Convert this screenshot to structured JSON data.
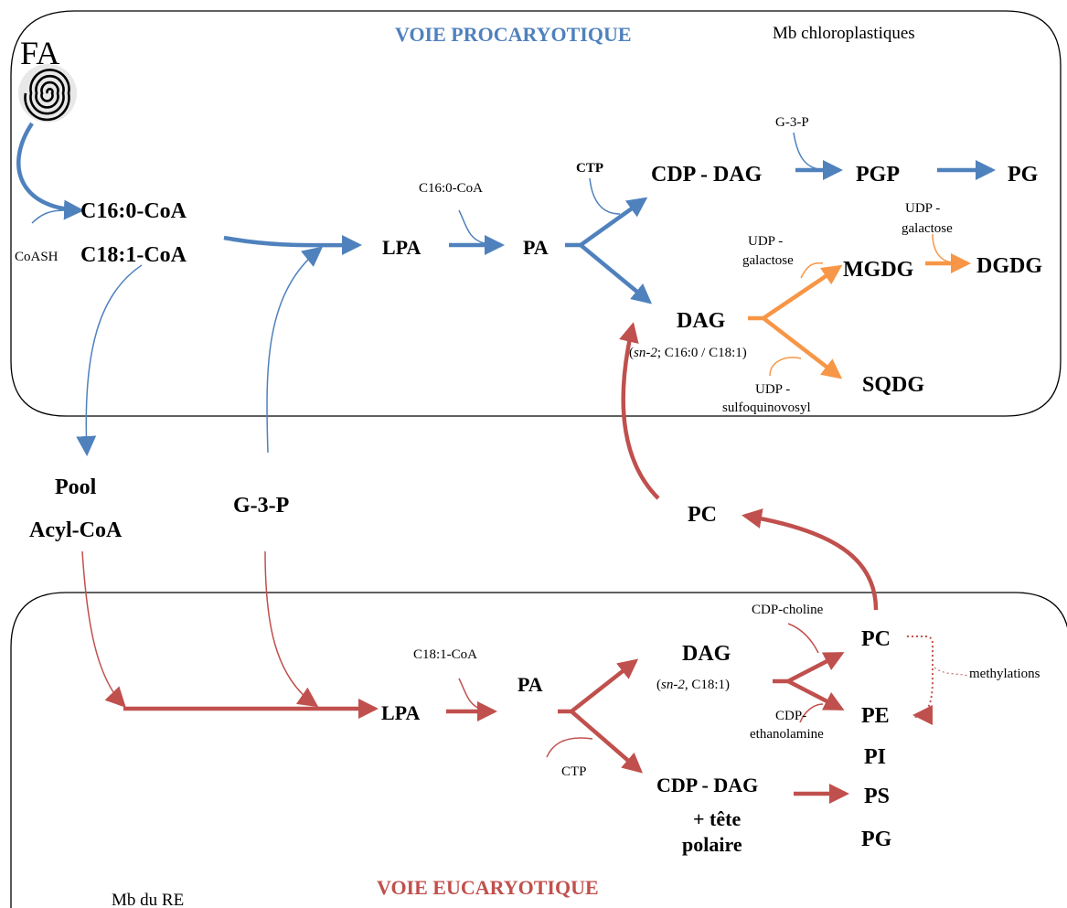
{
  "colors": {
    "blue": "#4f81bd",
    "red": "#c0504d",
    "orange": "#f79646",
    "black": "#000000"
  },
  "compartments": {
    "chloroplast_label": "Mb chloroplastiques",
    "er_label": "Mb du RE",
    "prokaryotic_title": "VOIE PROCARYOTIQUE",
    "eukaryotic_title": "VOIE EUCARYOTIQUE"
  },
  "fa": {
    "label": "FA",
    "icon": "spiral-icon"
  },
  "prokaryotic": {
    "c16": "C16:0-CoA",
    "c18": "C18:1-CoA",
    "coash": "CoASH",
    "lpa": "LPA",
    "lpa_cofactor": "C16:0-CoA",
    "pa": "PA",
    "ctp": "CTP",
    "cdp_dag": "CDP - DAG",
    "g3p_cofactor": "G-3-P",
    "pgp": "PGP",
    "pg": "PG",
    "dag": "DAG",
    "dag_note_pre": "(",
    "dag_note_italic": "sn-2",
    "dag_note_post": "; C16:0 / C18:1)",
    "udp_gal_1a": "UDP -",
    "udp_gal_1b": "galactose",
    "udp_gal_2a": "UDP -",
    "udp_gal_2b": "galactose",
    "mgdg": "MGDG",
    "dgdg": "DGDG",
    "udp_sq_a": "UDP -",
    "udp_sq_b": "sulfoquinovosyl",
    "sqdg": "SQDG"
  },
  "cytosol": {
    "pool_a": "Pool",
    "pool_b": "Acyl-CoA",
    "g3p": "G-3-P",
    "pc": "PC"
  },
  "eukaryotic": {
    "lpa": "LPA",
    "lpa_cofactor": "C18:1-CoA",
    "pa": "PA",
    "ctp": "CTP",
    "dag": "DAG",
    "dag_note_pre": "(",
    "dag_note_italic": "sn-2",
    "dag_note_post": ", C18:1)",
    "cdp_choline": "CDP-choline",
    "cdp_etha_a": "CDP-",
    "cdp_etha_b": "ethanolamine",
    "pc": "PC",
    "pe": "PE",
    "methylations": "methylations",
    "pi": "PI",
    "ps": "PS",
    "pg": "PG",
    "cdp_dag": "CDP - DAG",
    "head_a": "+ tête",
    "head_b": "polaire"
  }
}
